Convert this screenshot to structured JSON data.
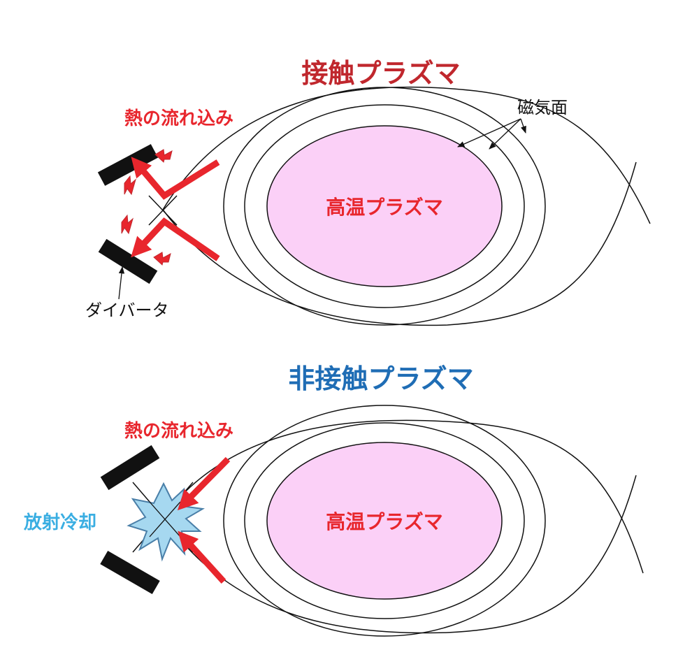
{
  "colors": {
    "red": "#e8262d",
    "title_red": "#c0272d",
    "title_blue": "#1f6db5",
    "cooling_blue": "#3aaee2",
    "plasma_fill": "#fbd0f7",
    "star_fill": "#a6d8f0",
    "star_stroke": "#4a7fa8"
  },
  "top_panel": {
    "title": "接触プラズマ",
    "heat_inflow_label": "熱の流れ込み",
    "magnetic_surface_label": "磁気面",
    "plasma_label": "高温プラズマ",
    "divertor_label": "ダイバータ"
  },
  "bottom_panel": {
    "title": "非接触プラズマ",
    "heat_inflow_label": "熱の流れ込み",
    "radiative_cooling_label": "放射冷却",
    "plasma_label": "高温プラズマ"
  }
}
